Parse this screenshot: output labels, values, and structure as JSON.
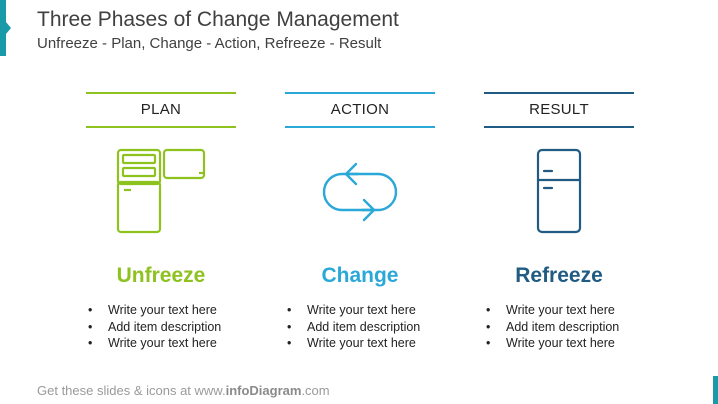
{
  "title": "Three Phases of Change Management",
  "subtitle": "Unfreeze - Plan, Change - Action, Refreeze - Result",
  "phases": [
    {
      "header": "PLAN",
      "name": "Unfreeze",
      "color": "#8dc21f",
      "icon": "open-fridge-icon",
      "bullets": [
        "Write your text here",
        "Add item description",
        "Write your text here"
      ]
    },
    {
      "header": "ACTION",
      "name": "Change",
      "color": "#2aa8d8",
      "icon": "cycle-arrows-icon",
      "bullets": [
        "Write your text here",
        "Add item description",
        "Write your text here"
      ]
    },
    {
      "header": "RESULT",
      "name": "Refreeze",
      "color": "#1f5b82",
      "icon": "closed-fridge-icon",
      "bullets": [
        "Write your text here",
        "Add item description",
        "Write your text here"
      ]
    }
  ],
  "footer": {
    "prefix": "Get these slides & icons at www.",
    "brand": "infoDiagram",
    "suffix": ".com"
  }
}
